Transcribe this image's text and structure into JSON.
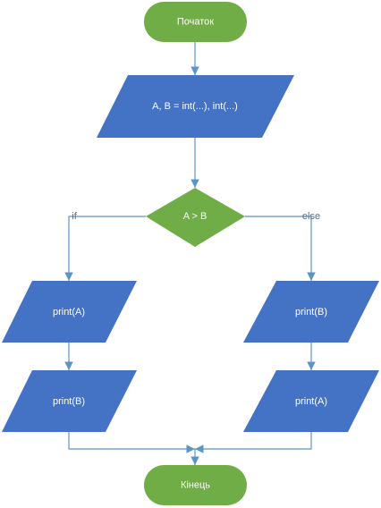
{
  "colors": {
    "terminal_fill": "#70ad47",
    "process_fill": "#4472c4",
    "decision_fill": "#70ad47",
    "connector": "#5b95c8",
    "text": "#ffffff",
    "edge_label": "#5b6f8a"
  },
  "nodes": {
    "start": {
      "label": "Початок"
    },
    "input": {
      "label": "A, B = int(...), int(...)"
    },
    "decision": {
      "label": "A > B"
    },
    "if_print_a": {
      "label": "print(A)"
    },
    "if_print_b": {
      "label": "print(B)"
    },
    "else_print_b": {
      "label": "print(B)"
    },
    "else_print_a": {
      "label": "print(A)"
    },
    "end": {
      "label": "Кінець"
    }
  },
  "edges": {
    "if_label": "if",
    "else_label": "else"
  }
}
